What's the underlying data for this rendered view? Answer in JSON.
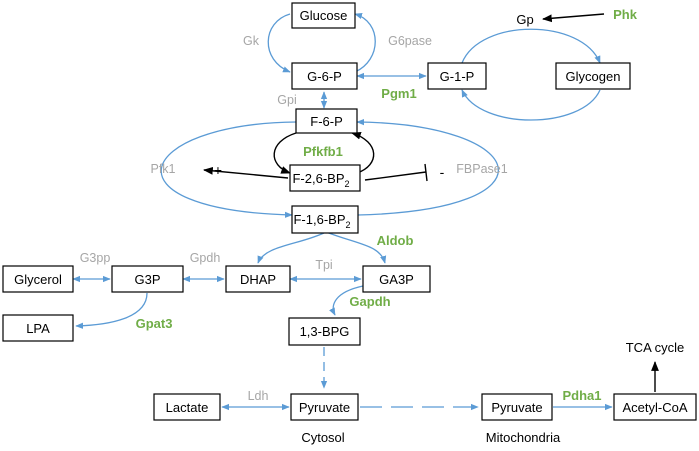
{
  "colors": {
    "arrow_blue": "#5b9bd5",
    "enzyme_grey": "#a6a6a6",
    "enzyme_green": "#70ad47",
    "node_border": "#000000"
  },
  "nodes": {
    "glucose": "Glucose",
    "g6p": "G-6-P",
    "g1p": "G-1-P",
    "glycogen": "Glycogen",
    "gp": "Gp",
    "f6p": "F-6-P",
    "f26bp": "F-2,6-BP",
    "f26bp_sub": "2",
    "f16bp": "F-1,6-BP",
    "f16bp_sub": "2",
    "glycerol": "Glycerol",
    "g3p": "G3P",
    "dhap": "DHAP",
    "ga3p": "GA3P",
    "lpa": "LPA",
    "bpg13": "1,3-BPG",
    "lactate": "Lactate",
    "pyruvate_cyto": "Pyruvate",
    "pyruvate_mito": "Pyruvate",
    "acetyl_coa": "Acetyl-CoA",
    "tca": "TCA cycle"
  },
  "enzymes_grey": {
    "gk": "Gk",
    "g6pase": "G6pase",
    "gpi": "Gpi",
    "pfk1": "Pfk1",
    "fbpase1": "FBPase1",
    "g3pp": "G3pp",
    "gpdh": "Gpdh",
    "tpi": "Tpi",
    "ldh": "Ldh"
  },
  "enzymes_green": {
    "phk": "Phk",
    "pgm1": "Pgm1",
    "pfkfb1": "Pfkfb1",
    "aldob": "Aldob",
    "gapdh": "Gapdh",
    "gpat3": "Gpat3",
    "pdha1": "Pdha1"
  },
  "signs": {
    "plus": "+",
    "minus": "-"
  },
  "regions": {
    "cytosol": "Cytosol",
    "mitochondria": "Mitochondria"
  }
}
